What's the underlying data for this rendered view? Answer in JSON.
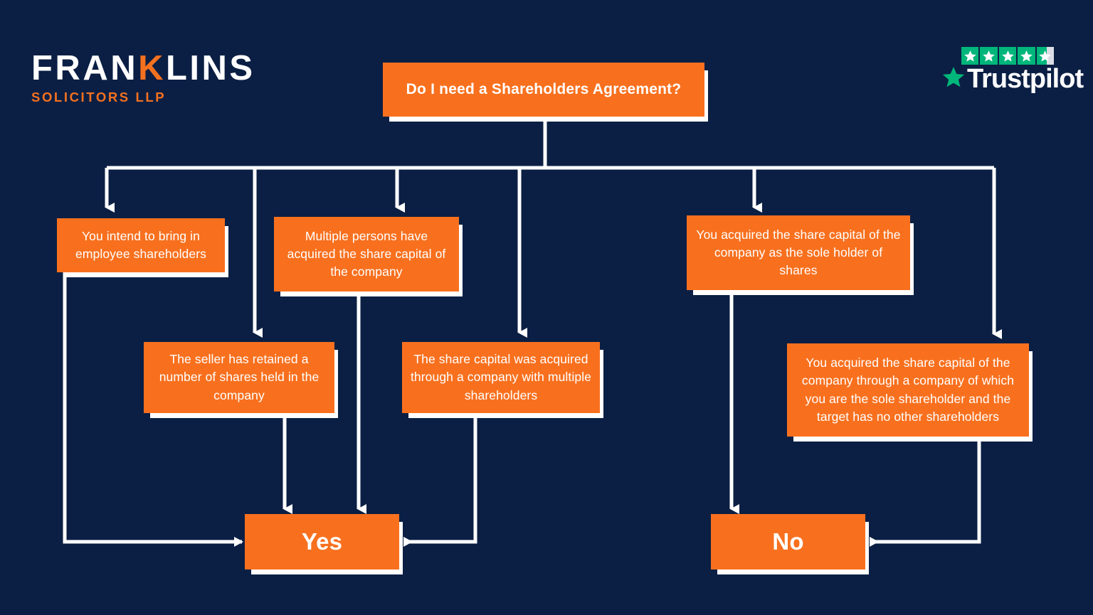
{
  "page": {
    "background_color": "#0b1f44",
    "accent_color": "#f8701e",
    "text_color": "#ffffff"
  },
  "brand": {
    "name_part1": "FRAN",
    "name_highlight": "K",
    "name_part2": "LINS",
    "tagline": "SOLICITORS LLP",
    "highlight_color": "#f4711f"
  },
  "trustpilot": {
    "label": "Trustpilot",
    "star_color": "#00b67a",
    "empty_star_color": "#dcdce6",
    "stars_total": 5,
    "stars_filled": 4.6
  },
  "flowchart": {
    "title": "Do I need a Shareholders Agreement?",
    "nodes": [
      {
        "id": "title",
        "label": "Do I need a Shareholders Agreement?"
      },
      {
        "id": "c1",
        "label": "You intend to bring in employee shareholders"
      },
      {
        "id": "c2",
        "label": "Multiple persons have acquired the share capital of the company"
      },
      {
        "id": "c3",
        "label": "You acquired the share capital of the company as the sole holder of shares"
      },
      {
        "id": "c4",
        "label": "The seller has retained a number of shares held in the company"
      },
      {
        "id": "c5",
        "label": "The share capital was acquired through a company with multiple shareholders"
      },
      {
        "id": "c6",
        "label": "You acquired the share capital of the company through a company of which you are the sole shareholder and the target has no other shareholders"
      },
      {
        "id": "yes",
        "label": "Yes"
      },
      {
        "id": "no",
        "label": "No"
      }
    ],
    "edges": [
      {
        "from": "title",
        "to": "c1"
      },
      {
        "from": "title",
        "to": "c2"
      },
      {
        "from": "title",
        "to": "c3"
      },
      {
        "from": "title",
        "to": "c4"
      },
      {
        "from": "title",
        "to": "c5"
      },
      {
        "from": "title",
        "to": "c6"
      },
      {
        "from": "c1",
        "to": "yes"
      },
      {
        "from": "c2",
        "to": "yes"
      },
      {
        "from": "c4",
        "to": "yes"
      },
      {
        "from": "c5",
        "to": "yes"
      },
      {
        "from": "c3",
        "to": "no"
      },
      {
        "from": "c6",
        "to": "no"
      }
    ]
  }
}
